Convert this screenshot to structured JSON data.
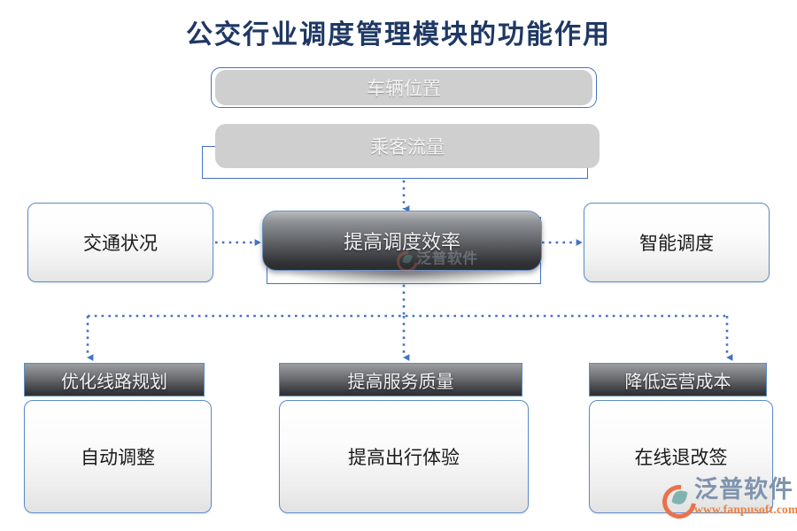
{
  "title": "公交行业调度管理模块的功能作用",
  "inputs": [
    {
      "label": "车辆位置"
    },
    {
      "label": "乘客流量"
    }
  ],
  "side_nodes": {
    "left": {
      "label": "交通状况"
    },
    "right": {
      "label": "智能调度"
    }
  },
  "center": {
    "label": "提高调度效率"
  },
  "outcomes": [
    {
      "header": "优化线路规划",
      "body": "自动调整"
    },
    {
      "header": "提高服务质量",
      "body": "提高出行体验"
    },
    {
      "header": "降低运营成本",
      "body": "在线退改签"
    }
  ],
  "watermark": {
    "brand": "泛普软件",
    "url": "www.fanpusoft.com"
  },
  "colors": {
    "title": "#1f3864",
    "connector": "#4472c4",
    "outline": "#5b8cc8",
    "pill": "#cfcfcf",
    "logo_orange": "#e8724c",
    "logo_url": "#e8823f",
    "brand_blue": "#7f93ad"
  }
}
